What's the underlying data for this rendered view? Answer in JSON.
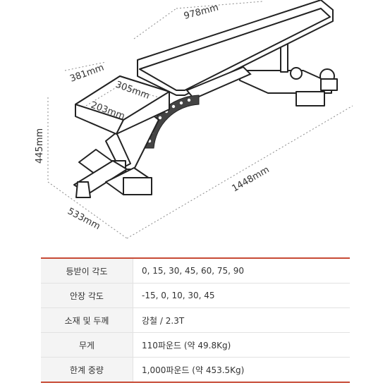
{
  "diagram": {
    "dims": {
      "overall_width": "978mm",
      "seat_depth": "381mm",
      "seat_width": "305mm",
      "seat_length": "203mm",
      "height": "445mm",
      "length": "1448mm",
      "base_width": "533mm"
    }
  },
  "specs": [
    {
      "label": "등받이 각도",
      "value": "0, 15, 30, 45, 60, 75, 90"
    },
    {
      "label": "안장 각도",
      "value": "-15, 0, 10, 30, 45"
    },
    {
      "label": "소재 및 두께",
      "value": "강철 / 2.3T"
    },
    {
      "label": "무게",
      "value": "110파운드 (약 49.8Kg)"
    },
    {
      "label": "한계 중량",
      "value": "1,000파운드 (약 453.5Kg)"
    }
  ]
}
